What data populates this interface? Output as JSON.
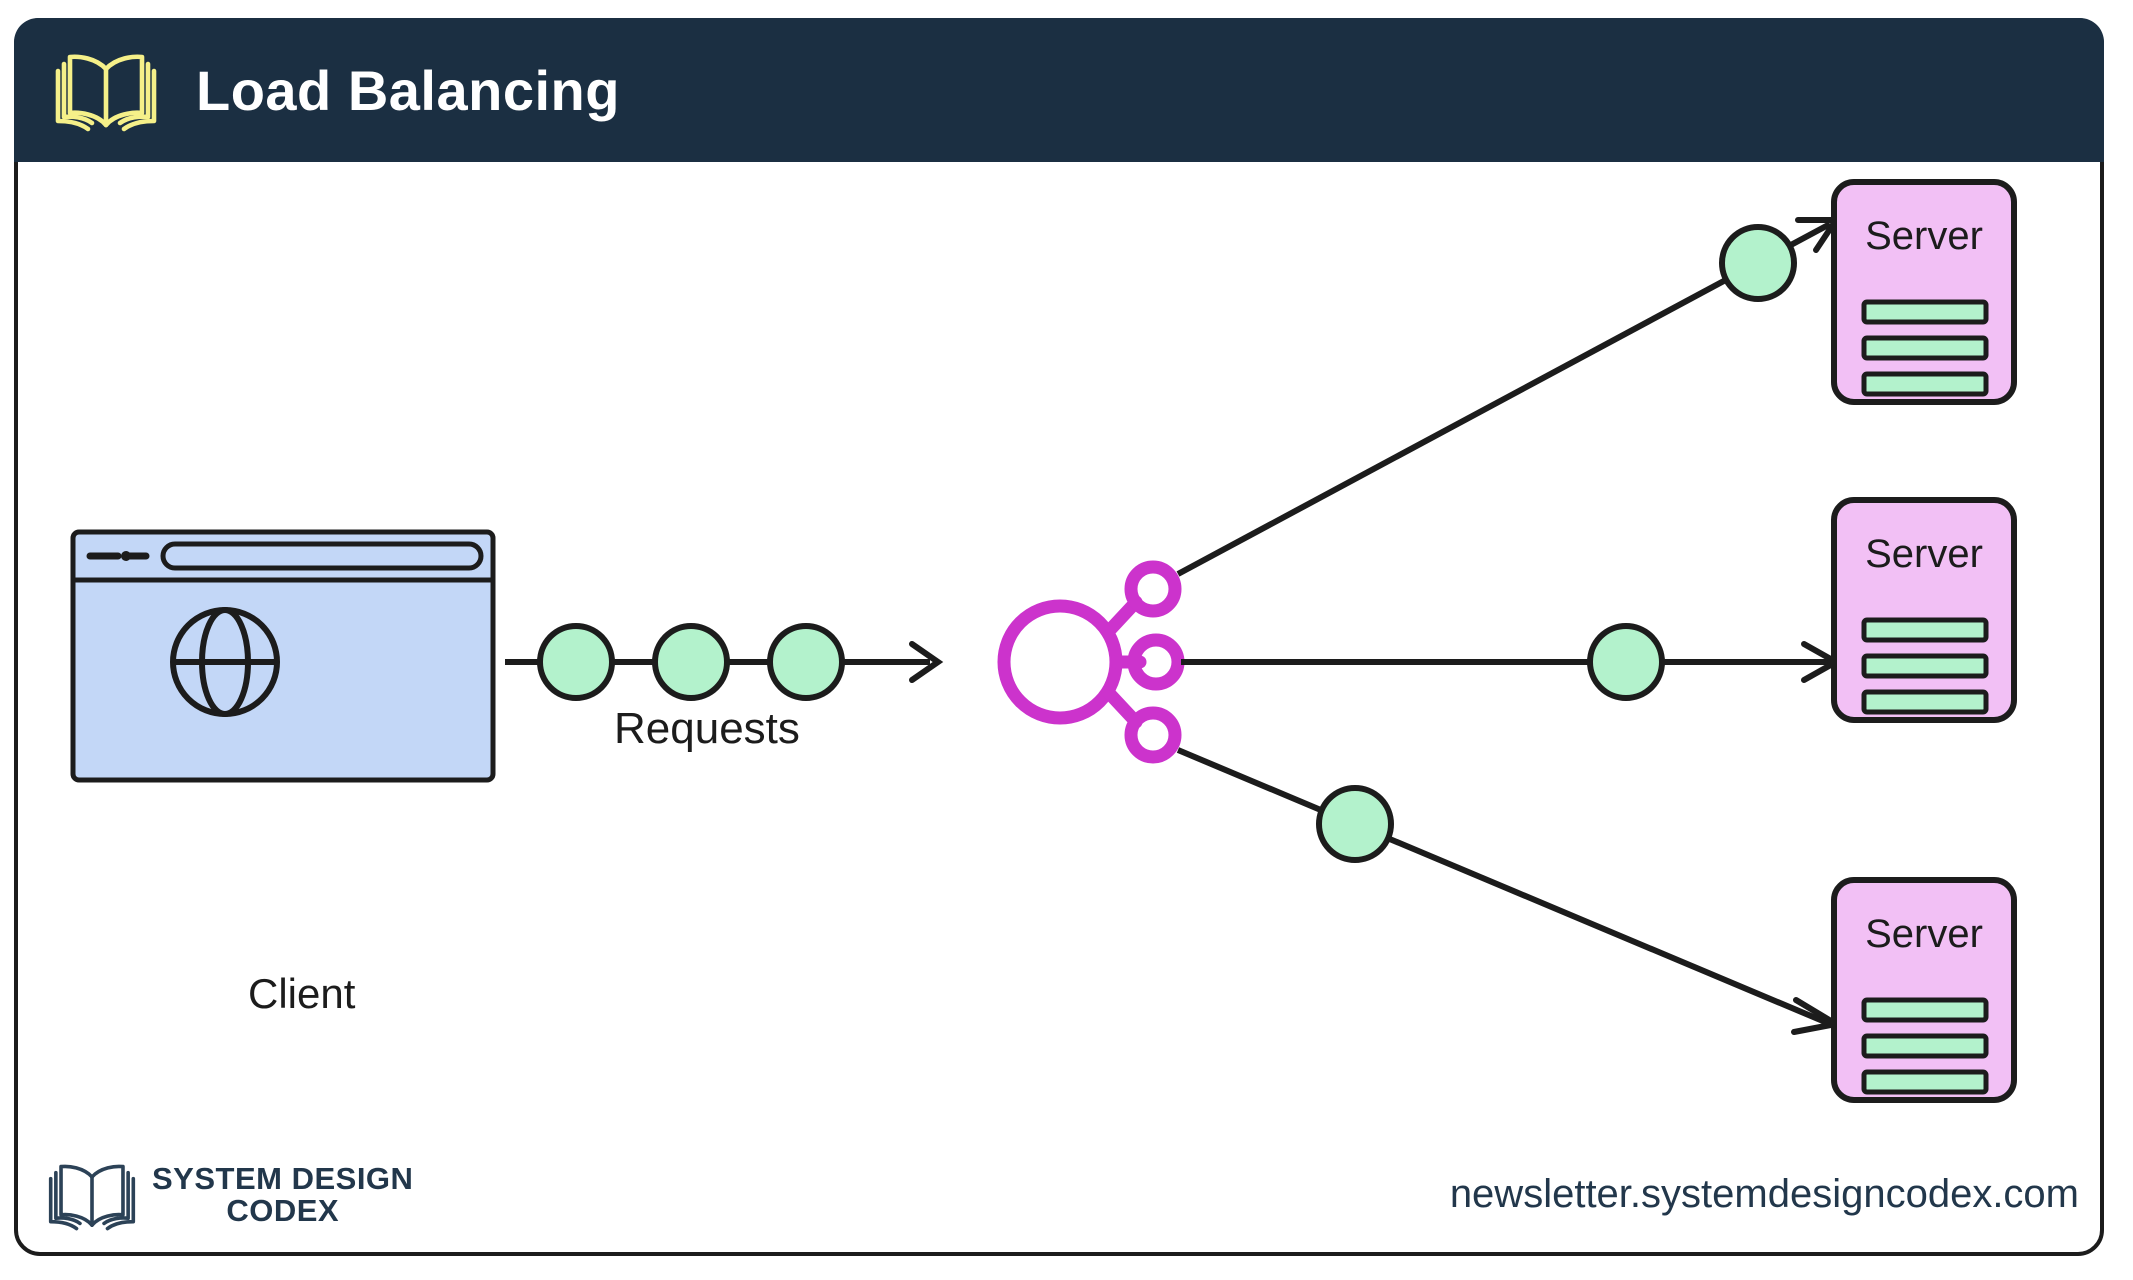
{
  "header": {
    "title": "Load Balancing",
    "icon": "open-book-icon",
    "background_color": "#1b2f42",
    "icon_color": "#f5f089",
    "title_color": "#ffffff"
  },
  "diagram": {
    "type": "architecture-flow",
    "client": {
      "label": "Client",
      "icon": "globe-icon",
      "window_fill": "#c3d7f7",
      "border_color": "#1c1c1c"
    },
    "requests": {
      "label": "Requests",
      "count": 3,
      "token_color": "#b3f2cc"
    },
    "load_balancer": {
      "icon": "network-share-icon",
      "color": "#cc33cc",
      "branch_count": 3
    },
    "servers": [
      {
        "label": "Server",
        "fill": "#f2c0f5",
        "bar_color": "#b3f2cc",
        "bar_count": 3
      },
      {
        "label": "Server",
        "fill": "#f2c0f5",
        "bar_color": "#b3f2cc",
        "bar_count": 3
      },
      {
        "label": "Server",
        "fill": "#f2c0f5",
        "bar_color": "#b3f2cc",
        "bar_count": 3
      }
    ],
    "branch_tokens": 3
  },
  "footer": {
    "logo_line1": "SYSTEM DESIGN",
    "logo_line2": "CODEX",
    "logo_icon": "open-book-icon",
    "url": "newsletter.systemdesigncodex.com",
    "text_color": "#22374b"
  }
}
